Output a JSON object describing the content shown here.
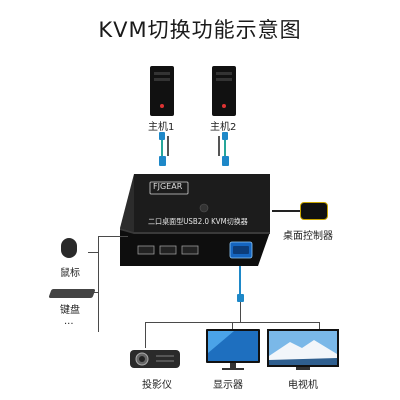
{
  "title": "KVM切换功能示意图",
  "hosts": [
    {
      "label": "主机1"
    },
    {
      "label": "主机2"
    }
  ],
  "device": {
    "brand": "FJGEAR",
    "name": "二口桌面型USB2.0 KVM切换器"
  },
  "controller": {
    "label": "桌面控制器"
  },
  "inputs": [
    {
      "label": "鼠标"
    },
    {
      "label": "键盘"
    },
    {
      "label": "..."
    }
  ],
  "outputs": [
    {
      "label": "投影仪"
    },
    {
      "label": "显示器"
    },
    {
      "label": "电视机"
    }
  ]
}
